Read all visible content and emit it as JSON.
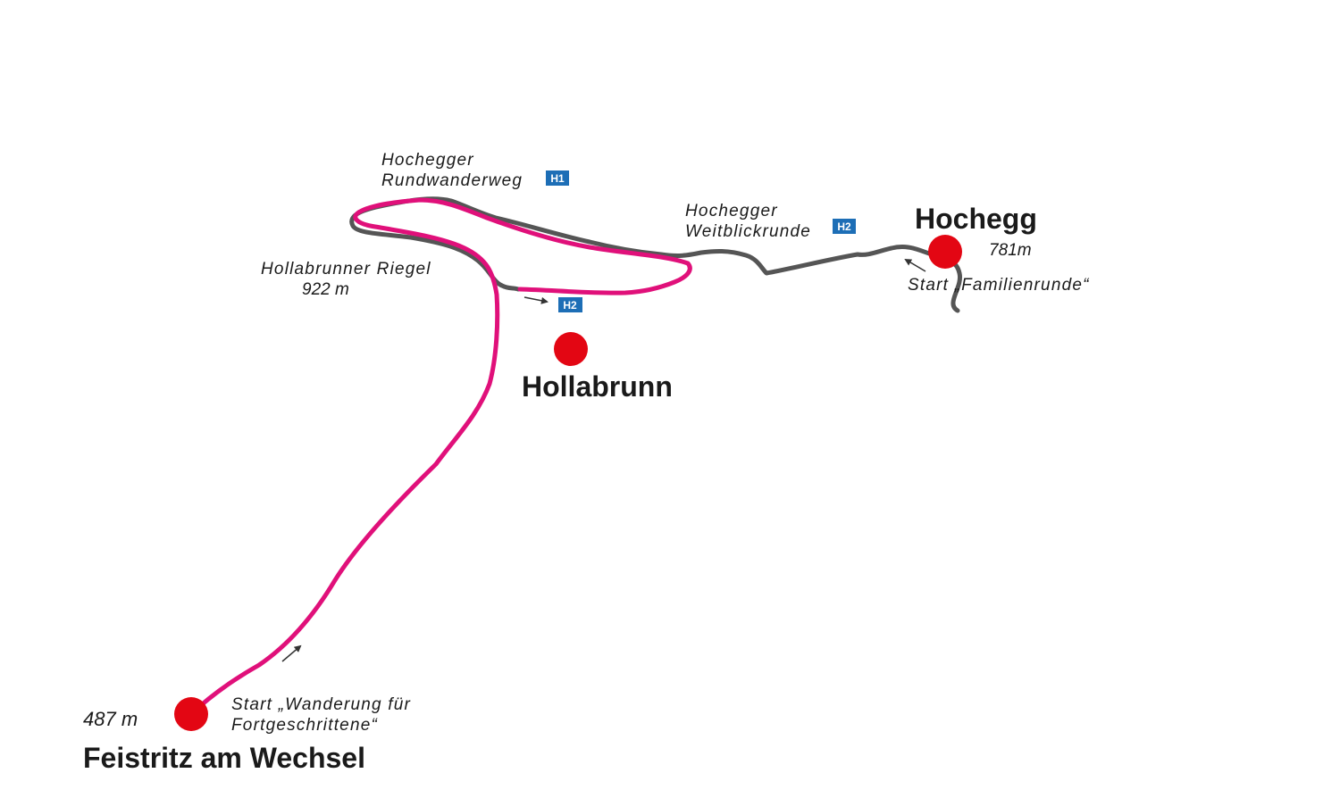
{
  "colors": {
    "pink_route": "#e0107a",
    "grey_route": "#555555",
    "dot": "#e30613",
    "badge": "#1d6eb6",
    "text": "#1a1a1a"
  },
  "places": {
    "feistritz": {
      "name": "Feistritz am Wechsel",
      "elevation": "487 m"
    },
    "hollabrunn": {
      "name": "Hollabrunn"
    },
    "hochegg": {
      "name": "Hochegg",
      "elevation": "781m"
    }
  },
  "routes": {
    "h1": {
      "line1": "Hochegger",
      "line2": "Rundwanderweg",
      "badge": "H1"
    },
    "h2": {
      "line1": "Hochegger",
      "line2": "Weitblickrunde",
      "badge": "H2"
    },
    "h2_junction_badge": "H2"
  },
  "summit": {
    "name": "Hollabrunner Riegel",
    "elevation": "922 m"
  },
  "starts": {
    "advanced": {
      "line1": "Start  „Wanderung für",
      "line2": "Fortgeschrittene“"
    },
    "family": {
      "text": "Start  „Familienrunde“"
    }
  }
}
